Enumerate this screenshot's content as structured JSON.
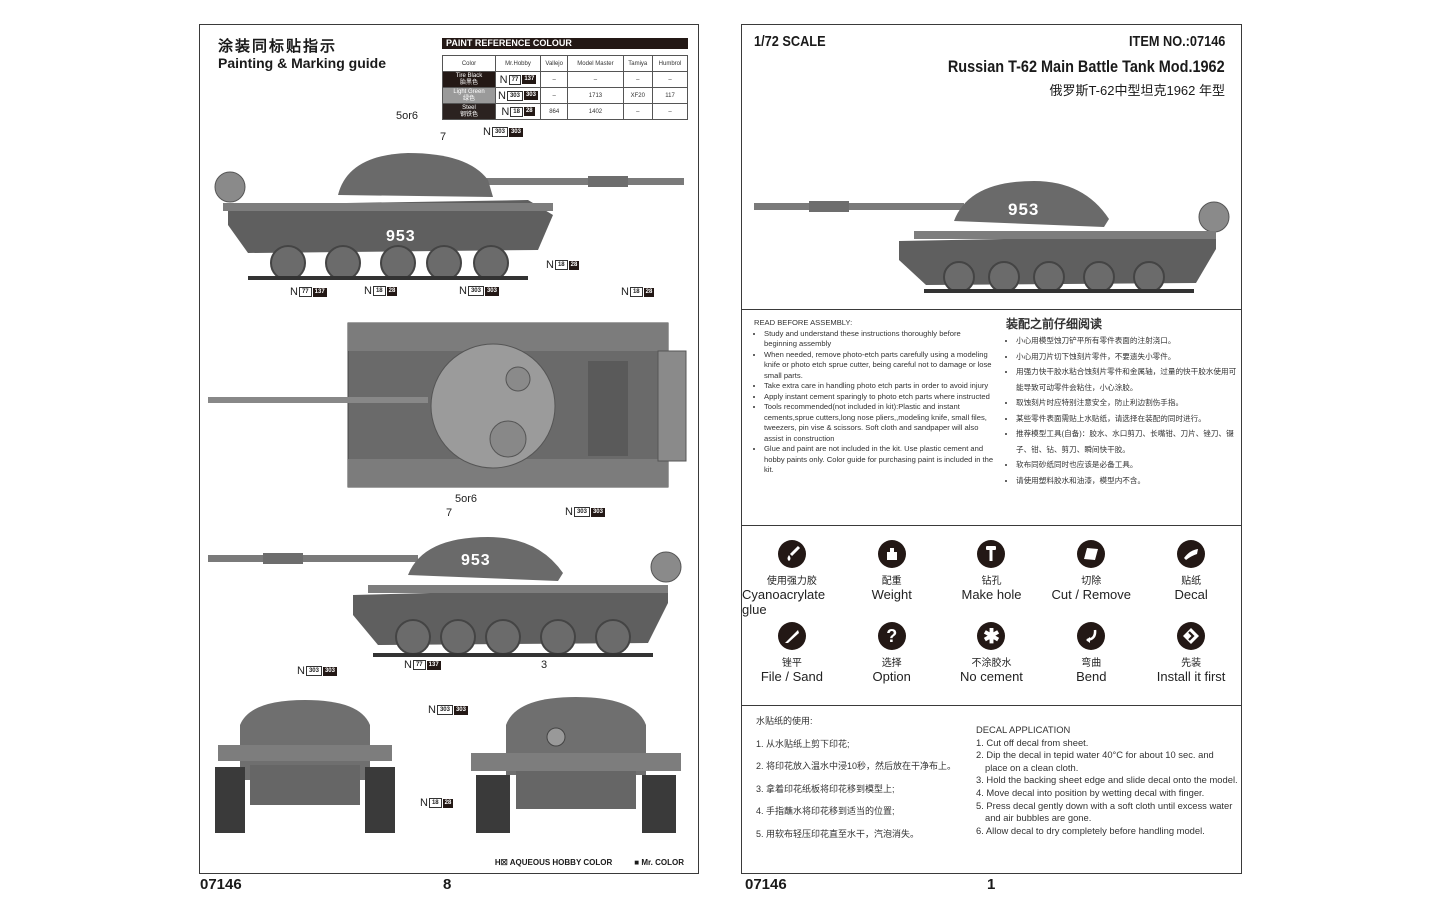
{
  "left_page": {
    "title_cn": "涂装同标贴指示",
    "title_en": "Painting & Marking guide",
    "paint_reference": {
      "banner": "PAINT  REFERENCE COLOUR",
      "headers": [
        "Color",
        "Mr.Hobby",
        "Vallejo",
        "Model Master",
        "Tamiya",
        "Humbrol"
      ],
      "rows": [
        {
          "color_en": "Tire Black",
          "color_cn": "胎黑色",
          "swatch": "#231815",
          "mrhobby_n": "77",
          "mrhobby_c": "137",
          "vallejo": "–",
          "model_master": "–",
          "tamiya": "–",
          "humbrol": "–"
        },
        {
          "color_en": "Light Green",
          "color_cn": "绿色",
          "swatch": "#9a9a9a",
          "mrhobby_n": "303",
          "mrhobby_c": "303",
          "vallejo": "–",
          "model_master": "1713",
          "tamiya": "XF20",
          "humbrol": "117"
        },
        {
          "color_en": "Steel",
          "color_cn": "钢铁色",
          "swatch": "#2b2220",
          "mrhobby_n": "18",
          "mrhobby_c": "28",
          "vallejo": "864",
          "model_master": "1402",
          "tamiya": "–",
          "humbrol": "–"
        }
      ]
    },
    "callouts": {
      "decal_5or6": "5or6",
      "decal_7": "7",
      "decal_3": "3",
      "n_prefix": "N",
      "turret_number": "953"
    },
    "paint_codes": {
      "black_n": "77",
      "black_c": "137",
      "green_n": "303",
      "green_c": "303",
      "steel_n": "18",
      "steel_c": "28"
    },
    "legend": {
      "aqueous": "H☒ AQUEOUS HOBBY COLOR",
      "mrcolor": "■ Mr. COLOR"
    },
    "footer_code": "07146",
    "page_number": "8"
  },
  "right_page": {
    "scale": "1/72 SCALE",
    "item_no": "ITEM  NO.:07146",
    "model_name": "Russian T-62 Main Battle Tank Mod.1962",
    "model_name_cn": "俄罗斯T-62中型坦克1962 年型",
    "turret_number": "953",
    "read_before": {
      "heading": "READ BEFORE ASSEMBLY:",
      "items": [
        "Study and understand these instructions thoroughly before beginning assembly",
        "When needed, remove photo-etch parts carefully using a modeling knife or photo etch sprue cutter, being careful not to damage or lose small parts.",
        "Take extra care in handling photo etch parts in order to avoid injury",
        "Apply instant cement sparingly to photo etch parts where instructed",
        "Tools recommended(not included in kit):Plastic and instant cements,sprue cutters,long nose pliers,,modeling knife, small files, tweezers, pin vise & scissors. Soft cloth and sandpaper will also assist in construction",
        "Glue and paint are not included in the kit. Use plastic cement and hobby paints only. Color guide for purchasing paint is included in the kit."
      ]
    },
    "read_before_cn": {
      "heading": "装配之前仔细阅读",
      "items": [
        "小心用模型蚀刀铲平所有零件表面的注射浇口。",
        "小心用刀片切下蚀刻片零件，不要遗失小零件。",
        "用强力快干胶水粘合蚀刻片零件和金属轴，过量的快干胶水使用可能导致可动零件会粘住，小心涂胶。",
        "取蚀刻片时应特别注意安全，防止利边割伤手指。",
        "某些零件表面需贴上水贴纸，请选择在装配的同时进行。",
        "推荐模型工具(自备)：胶水、水口剪刀、长嘴钳、刀片、锉刀、镊子、钳、钻、剪刀、瞬间快干胶。",
        "软布同砂纸同时也应该是必备工具。",
        "请使用塑料胶水和油漆，模型内不含。"
      ]
    },
    "symbols": [
      {
        "cn": "使用强力胶",
        "en": "Cyanoacrylate glue",
        "icon": "glue-drop-icon"
      },
      {
        "cn": "配重",
        "en": "Weight",
        "icon": "weight-icon"
      },
      {
        "cn": "钻孔",
        "en": "Make hole",
        "icon": "drill-icon"
      },
      {
        "cn": "切除",
        "en": "Cut / Remove",
        "icon": "cut-icon"
      },
      {
        "cn": "贴纸",
        "en": "Decal",
        "icon": "decal-icon"
      },
      {
        "cn": "锉平",
        "en": "File / Sand",
        "icon": "file-icon"
      },
      {
        "cn": "选择",
        "en": "Option",
        "icon": "question-icon"
      },
      {
        "cn": "不涂胶水",
        "en": "No cement",
        "icon": "no-cement-icon"
      },
      {
        "cn": "弯曲",
        "en": "Bend",
        "icon": "bend-icon"
      },
      {
        "cn": "先装",
        "en": "Install it first",
        "icon": "install-first-icon"
      }
    ],
    "decal_cn": {
      "heading": "水贴纸的使用:",
      "items": [
        "1. 从水贴纸上剪下印花;",
        "2. 将印花放入温水中浸10秒，然后放在干净布上。",
        "3. 拿着印花纸板将印花移到模型上;",
        "4. 手指蘸水将印花移到适当的位置;",
        "5. 用软布轻压印花直至水干，汽泡消失。"
      ]
    },
    "decal_en": {
      "heading": "DECAL APPLICATION",
      "items": [
        "1. Cut off decal from sheet.",
        "2. Dip the decal in tepid water 40°C for about 10 sec. and place on a clean cloth.",
        "3. Hold the backing sheet edge and slide decal onto the model.",
        "4. Move decal into position by wetting decal with finger.",
        "5. Press decal gently down with a soft cloth until excess water and air bubbles are gone.",
        "6. Allow decal to dry completely before handling model."
      ]
    },
    "footer_code": "07146",
    "page_number": "1"
  }
}
